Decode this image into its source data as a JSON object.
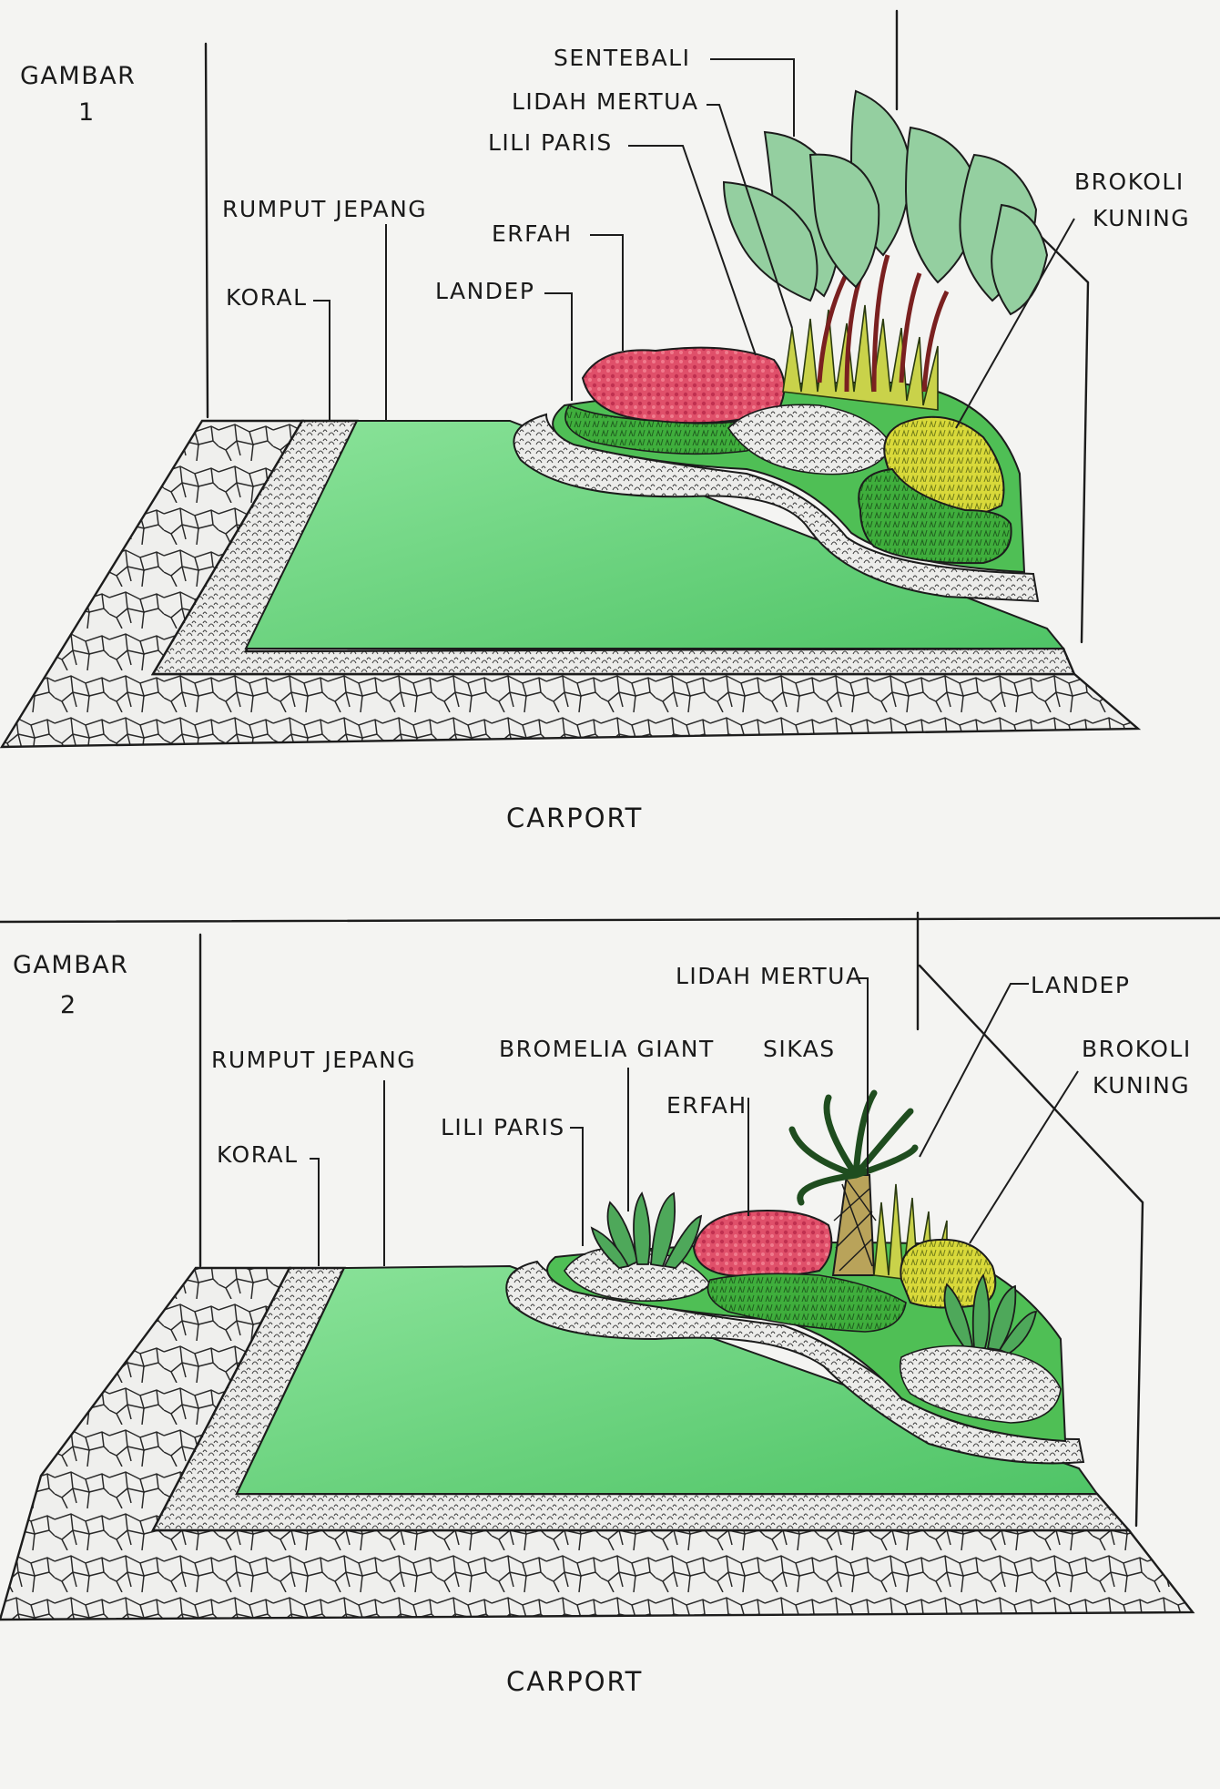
{
  "colors": {
    "paper": "#f4f4f2",
    "lawn": "#5fcf74",
    "lawn_light": "#8ee39a",
    "gravel": "#e9e9e5",
    "paving": "#efefed",
    "ink": "#1c1c1c",
    "shrub_green": "#3fae3c",
    "flower_red": "#e0506a",
    "yellow_shrub": "#d9d93a",
    "leaf_green": "#8fcf92"
  },
  "drawings": [
    {
      "title_line1": "GAMBAR",
      "title_line2": "1",
      "footer": "CARPORT",
      "labels": {
        "sentebali": "SENTEBALI",
        "lidah_mertua": "LIDAH MERTUA",
        "lili_paris": "LILI PARIS",
        "brokoli_line1": "BROKOLI",
        "brokoli_line2": "KUNING",
        "rumput_jepang": "RUMPUT JEPANG",
        "erfah": "ERFAH",
        "koral": "KORAL",
        "landep": "LANDEP"
      }
    },
    {
      "title_line1": "GAMBAR",
      "title_line2": "2",
      "footer": "CARPORT",
      "labels": {
        "lidah_mertua": "LIDAH MERTUA",
        "landep": "LANDEP",
        "rumput_jepang": "RUMPUT JEPANG",
        "bromelia_giant": "BROMELIA GIANT",
        "sikas": "SIKAS",
        "brokoli_line1": "BROKOLI",
        "brokoli_line2": "KUNING",
        "erfah": "ERFAH",
        "lili_paris": "LILI PARIS",
        "koral": "KORAL"
      }
    }
  ]
}
